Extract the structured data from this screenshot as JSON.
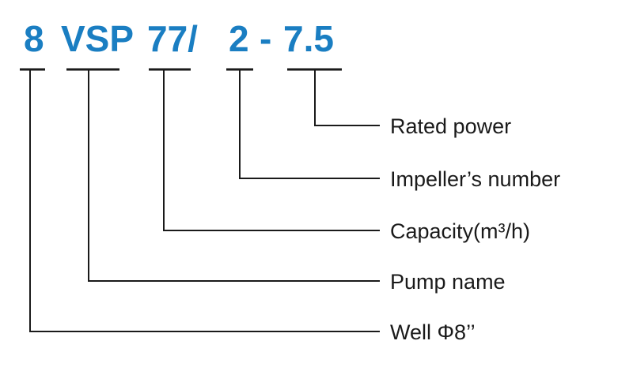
{
  "model_code": {
    "parts": [
      {
        "id": "well-size",
        "text": "8"
      },
      {
        "id": "pump-name",
        "text": "VSP"
      },
      {
        "id": "capacity",
        "text": "77/"
      },
      {
        "id": "impeller-number",
        "text": "2"
      },
      {
        "id": "separator",
        "text": "-"
      },
      {
        "id": "rated-power",
        "text": "7.5"
      }
    ]
  },
  "labels": {
    "rated_power": "Rated power",
    "impeller_number": "Impeller’s number",
    "capacity": "Capacity(m³/h)",
    "pump_name": "Pump name",
    "well": "Well Φ8’’"
  },
  "colors": {
    "accent_blue": "#1a7ec2",
    "line": "#1a1a1a",
    "label_text": "#1a1a1a"
  }
}
